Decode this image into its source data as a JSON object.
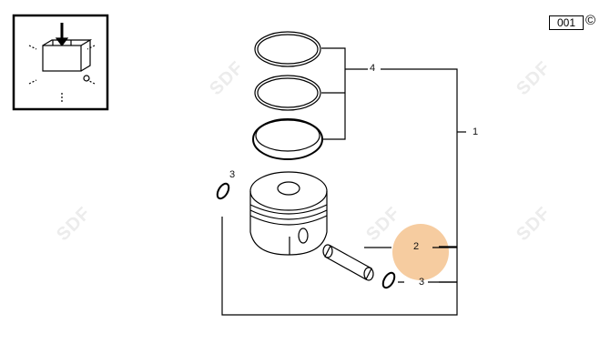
{
  "page": {
    "number": "001",
    "copyright_symbol": "©"
  },
  "watermark": {
    "text": "SDF"
  },
  "highlight": {
    "color": "#f5c38f",
    "target_callout": "2"
  },
  "callouts": [
    {
      "id": "4",
      "label": "4",
      "part": "piston-ring-set"
    },
    {
      "id": "1",
      "label": "1",
      "part": "piston-assembly"
    },
    {
      "id": "3a",
      "label": "3",
      "part": "circlip-left"
    },
    {
      "id": "2",
      "label": "2",
      "part": "piston-pin"
    },
    {
      "id": "3b",
      "label": "3",
      "part": "circlip-right"
    }
  ]
}
